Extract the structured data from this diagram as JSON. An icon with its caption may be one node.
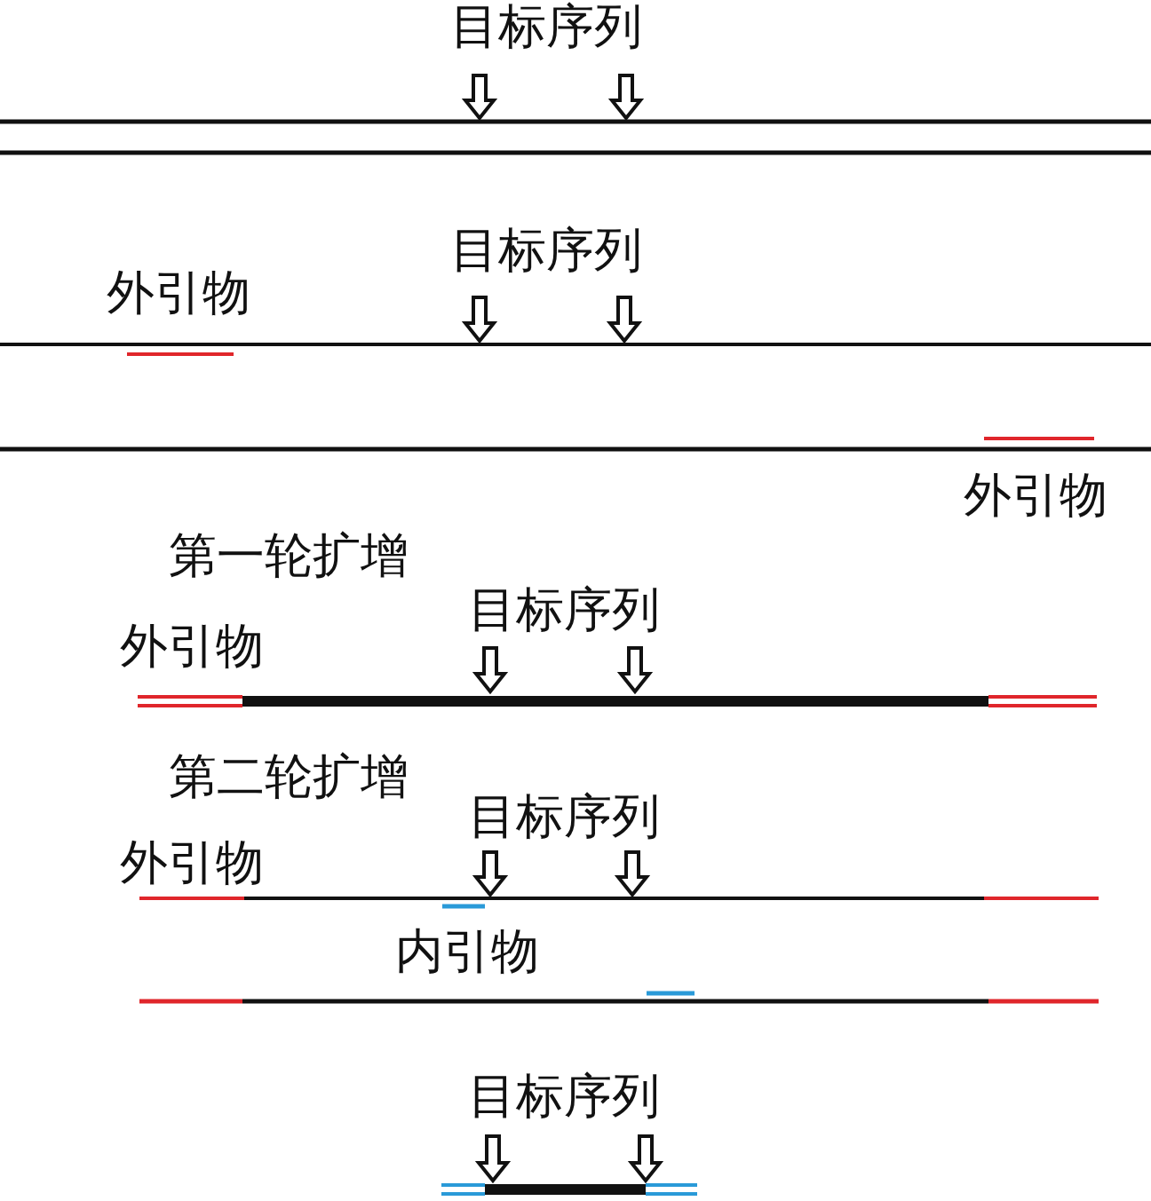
{
  "diagram": {
    "labels": [
      "目标序列",
      "目标序列",
      "外引物",
      "外引物",
      "第一轮扩增",
      "目标序列",
      "外引物",
      "第二轮扩增",
      "目标序列",
      "外引物",
      "内引物",
      "目标序列"
    ]
  }
}
